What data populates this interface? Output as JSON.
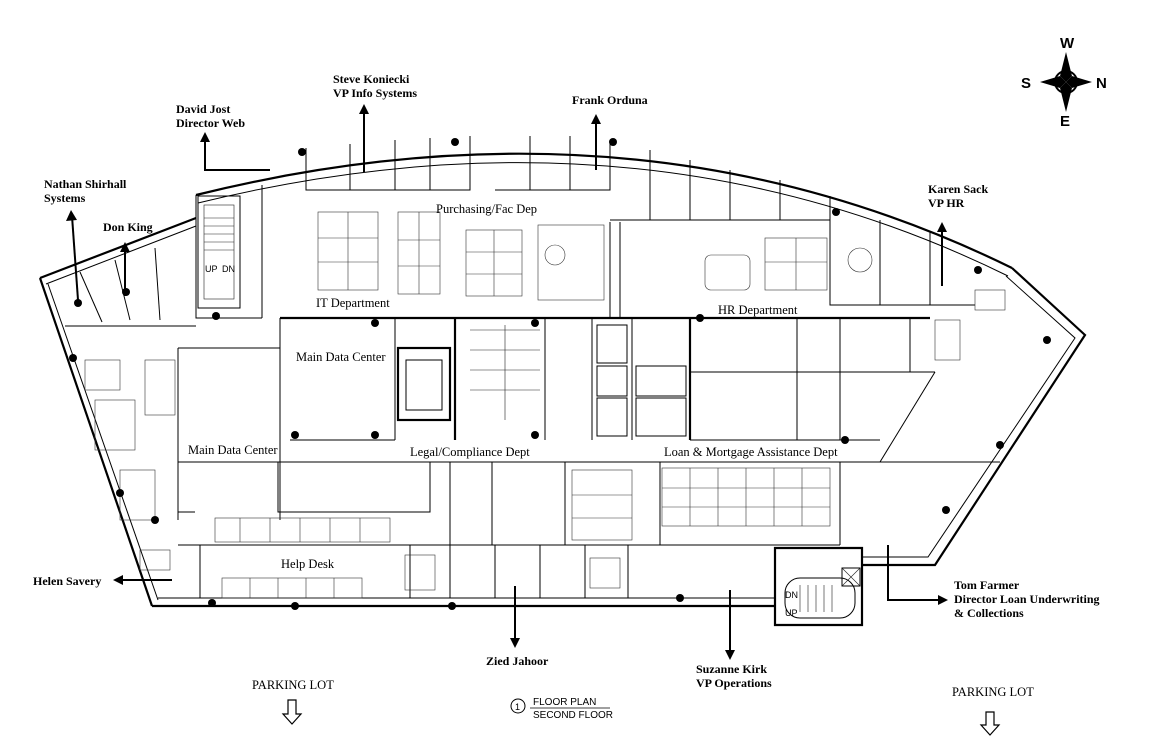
{
  "compass": {
    "top": "W",
    "left": "S",
    "right": "N",
    "bottom": "E"
  },
  "people": [
    {
      "id": "steve",
      "line1": "Steve Koniecki",
      "line2": "VP Info Systems"
    },
    {
      "id": "david",
      "line1": "David Jost",
      "line2": "Director Web"
    },
    {
      "id": "frank",
      "line1": "Frank Orduna",
      "line2": ""
    },
    {
      "id": "nathan",
      "line1": "Nathan Shirhall",
      "line2": "Systems"
    },
    {
      "id": "don",
      "line1": "Don King",
      "line2": ""
    },
    {
      "id": "karen",
      "line1": "Karen Sack",
      "line2": "VP HR"
    },
    {
      "id": "helen",
      "line1": "Helen Savery",
      "line2": ""
    },
    {
      "id": "tom",
      "line1": "Tom Farmer",
      "line2": "Director Loan Underwriting",
      "line3": "& Collections"
    },
    {
      "id": "zied",
      "line1": "Zied Jahoor",
      "line2": ""
    },
    {
      "id": "suzanne",
      "line1": "Suzanne Kirk",
      "line2": "VP Operations"
    }
  ],
  "departments": {
    "purchasing": "Purchasing/Fac Dep",
    "it": "IT Department",
    "hr": "HR Department",
    "main_dc_1": "Main Data Center",
    "main_dc_2": "Main Data Center",
    "legal": "Legal/Compliance Dept",
    "loan": "Loan & Mortgage Assistance Dept",
    "help": "Help Desk"
  },
  "parking": {
    "left": "PARKING LOT",
    "right": "PARKING LOT"
  },
  "title_block": {
    "number": "1",
    "line1": "FLOOR PLAN",
    "line2": "SECOND FLOOR"
  },
  "stair": {
    "up": "UP",
    "dn": "DN"
  }
}
